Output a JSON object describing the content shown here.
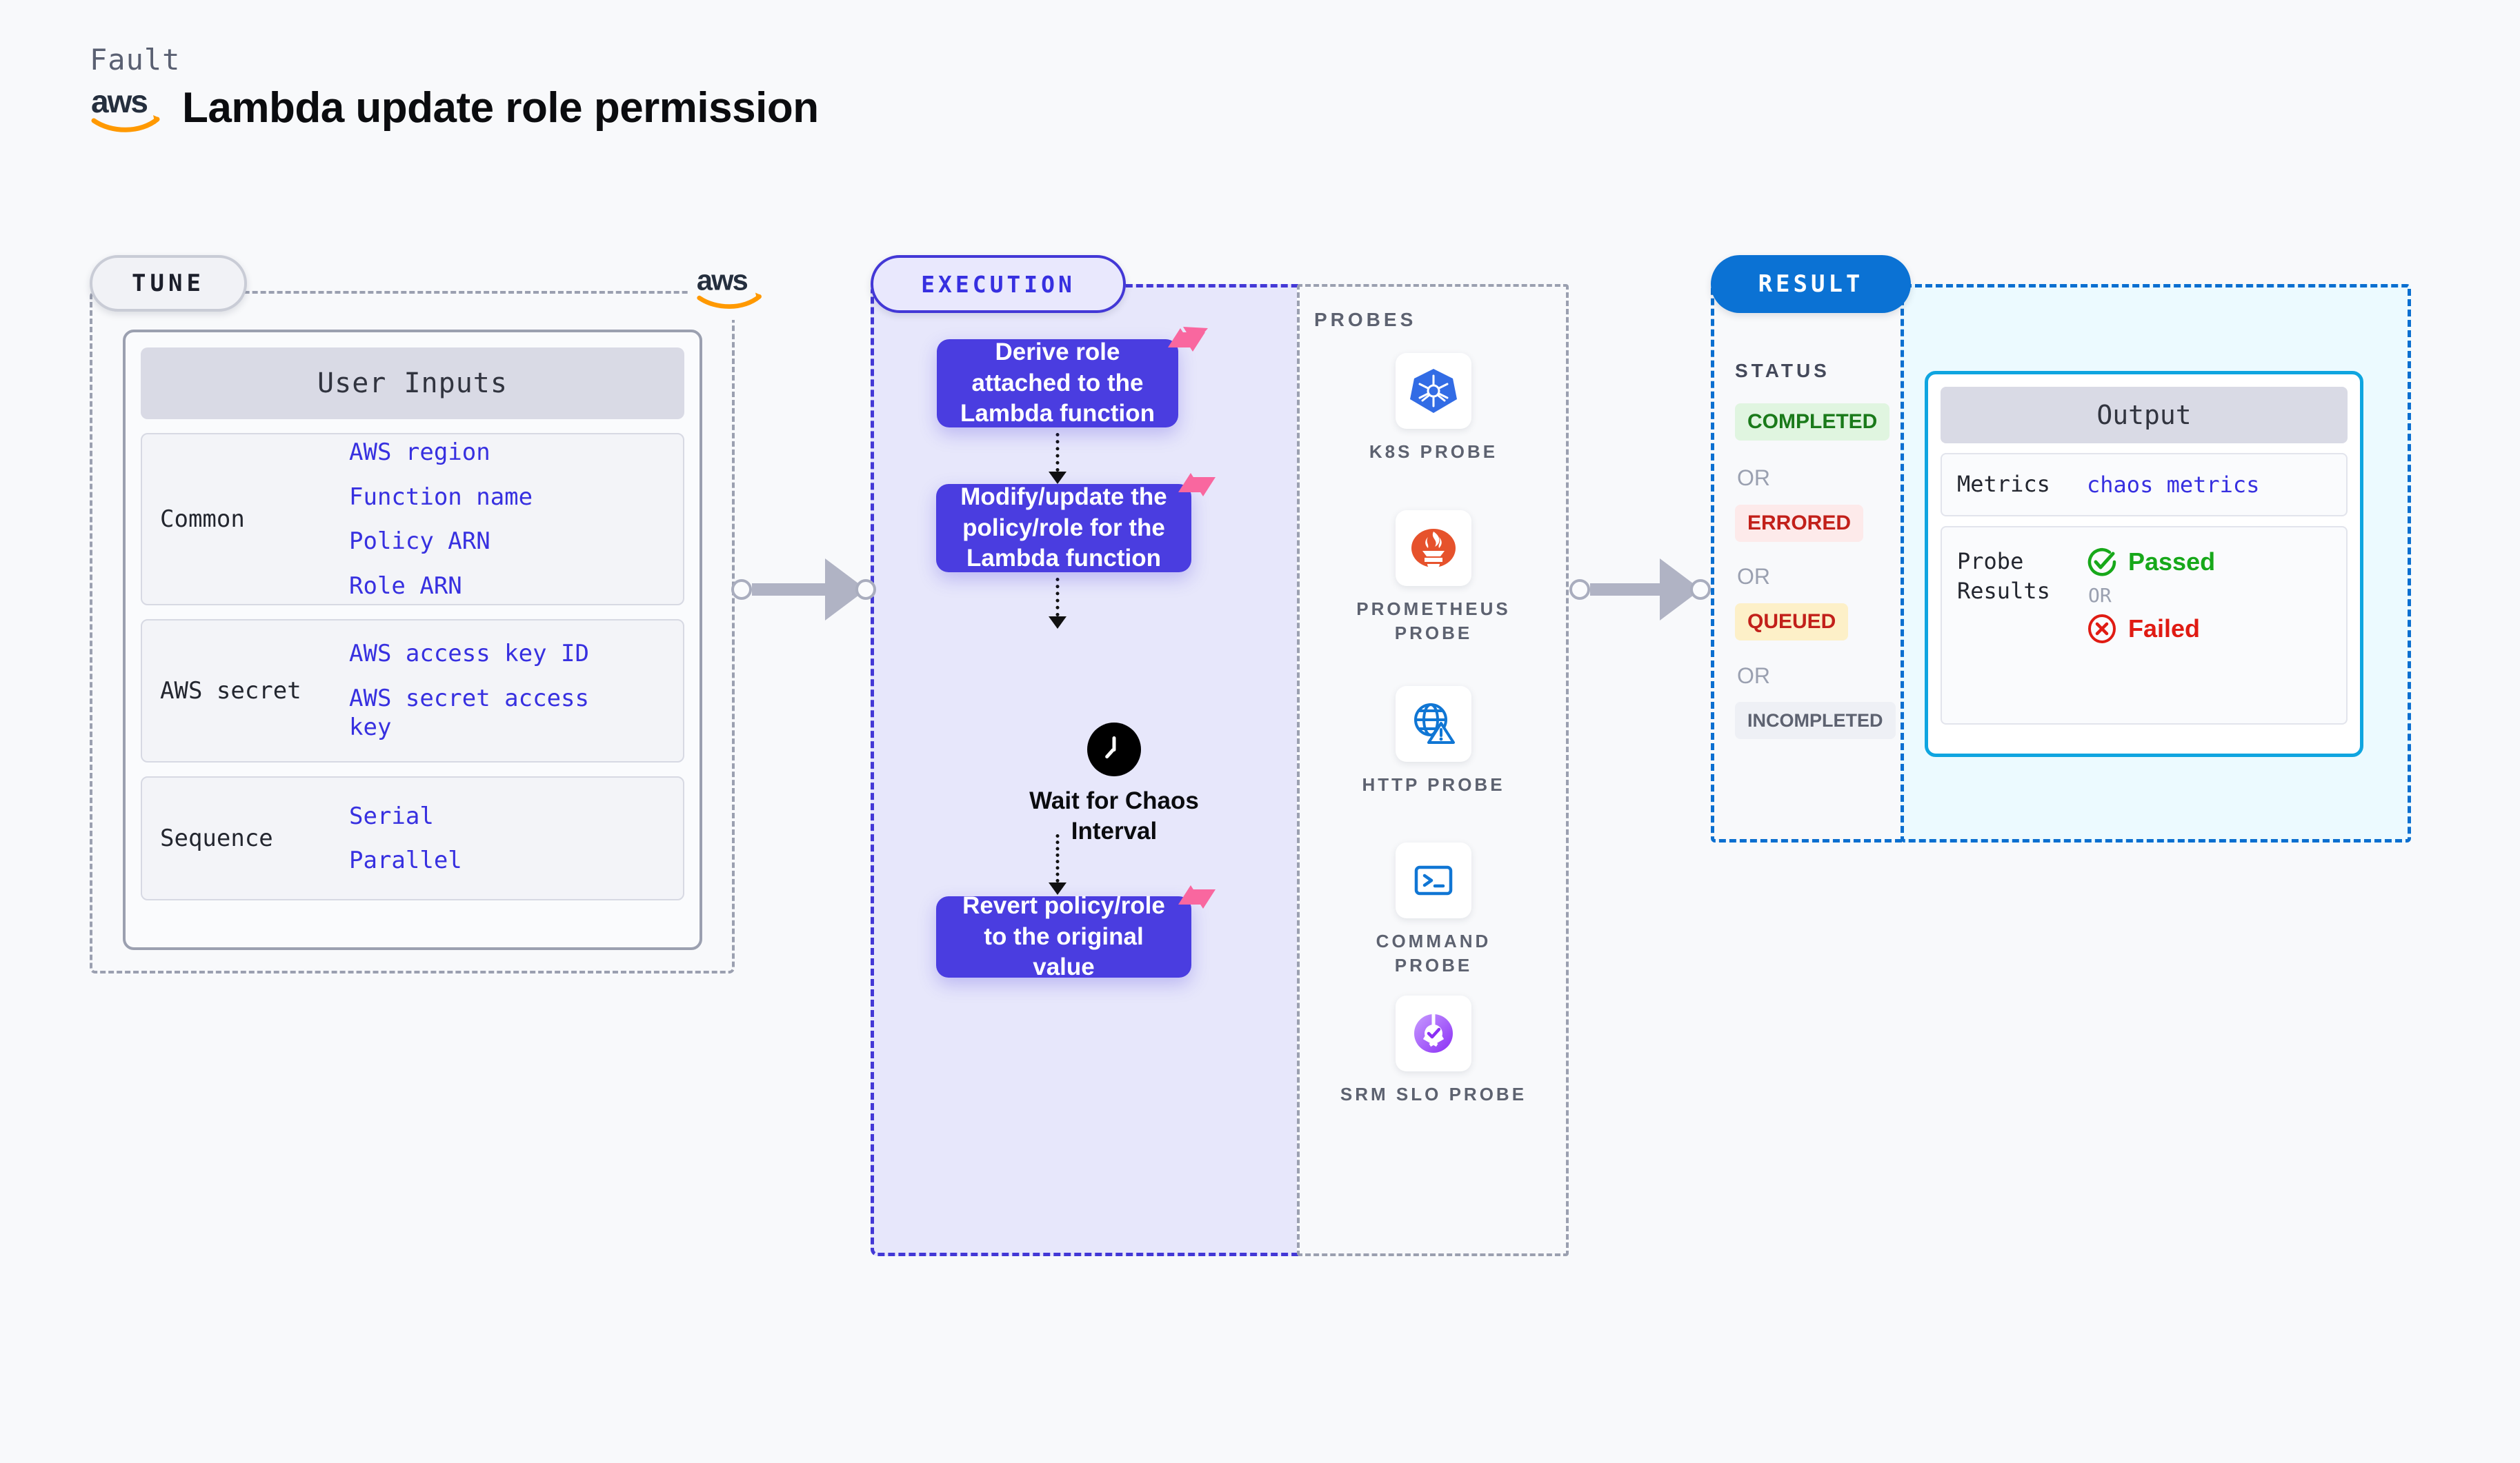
{
  "header": {
    "fault_label": "Fault",
    "title": "Lambda update role permission",
    "logo": "aws-logo"
  },
  "colors": {
    "accent_purple": "#4a3de0",
    "accent_blue": "#0b72d4",
    "accent_cyan": "#0fa5e0",
    "value_blue": "#3730e0",
    "completed_green": "#1a7a1a",
    "errored_red": "#c2201a",
    "queued_red": "#c2201a",
    "incompleted_gray": "#5d6270",
    "chaos_pink": "#f9679f"
  },
  "tune": {
    "pill_label": "TUNE",
    "aws_tag": "aws-logo",
    "card_title": "User Inputs",
    "groups": [
      {
        "label": "Common",
        "values": [
          "AWS region",
          "Function name",
          "Policy ARN",
          "Role ARN"
        ]
      },
      {
        "label": "AWS secret",
        "values": [
          "AWS access key ID",
          "AWS secret access key"
        ]
      },
      {
        "label": "Sequence",
        "values": [
          "Serial",
          "Parallel"
        ]
      }
    ]
  },
  "execution": {
    "pill_label": "EXECUTION",
    "steps": [
      {
        "text": "Derive role attached to the Lambda function",
        "badge": "chaos-icon"
      },
      {
        "text": "Modify/update the policy/role for the Lambda function",
        "badge": "chaos-icon"
      },
      {
        "text": "Revert policy/role to the original value",
        "badge": "chaos-icon"
      }
    ],
    "wait_node": {
      "icon": "clock-icon",
      "label": "Wait for Chaos Interval"
    }
  },
  "probes": {
    "section_label": "PROBES",
    "items": [
      {
        "name": "K8S PROBE",
        "icon": "kubernetes-icon"
      },
      {
        "name": "PROMETHEUS PROBE",
        "icon": "prometheus-icon"
      },
      {
        "name": "HTTP PROBE",
        "icon": "http-globe-warning-icon"
      },
      {
        "name": "COMMAND PROBE",
        "icon": "terminal-icon"
      },
      {
        "name": "SRM SLO PROBE",
        "icon": "srm-slo-icon"
      }
    ]
  },
  "result": {
    "pill_label": "RESULT",
    "status_label": "STATUS",
    "or_label": "OR",
    "statuses": [
      {
        "text": "COMPLETED",
        "color": "#1a7a1a",
        "bg": "#e0f5e0"
      },
      {
        "text": "ERRORED",
        "color": "#c2201a",
        "bg": "#fdeaea"
      },
      {
        "text": "QUEUED",
        "color": "#c2201a",
        "bg": "#fdf0c8"
      },
      {
        "text": "INCOMPLETED",
        "color": "#5d6270",
        "bg": "#eef0f5"
      }
    ]
  },
  "output": {
    "card_title": "Output",
    "rows": [
      {
        "label": "Metrics",
        "value": "chaos metrics"
      }
    ],
    "probe_results": {
      "label": "Probe Results",
      "passed": "Passed",
      "or": "OR",
      "failed": "Failed"
    }
  }
}
